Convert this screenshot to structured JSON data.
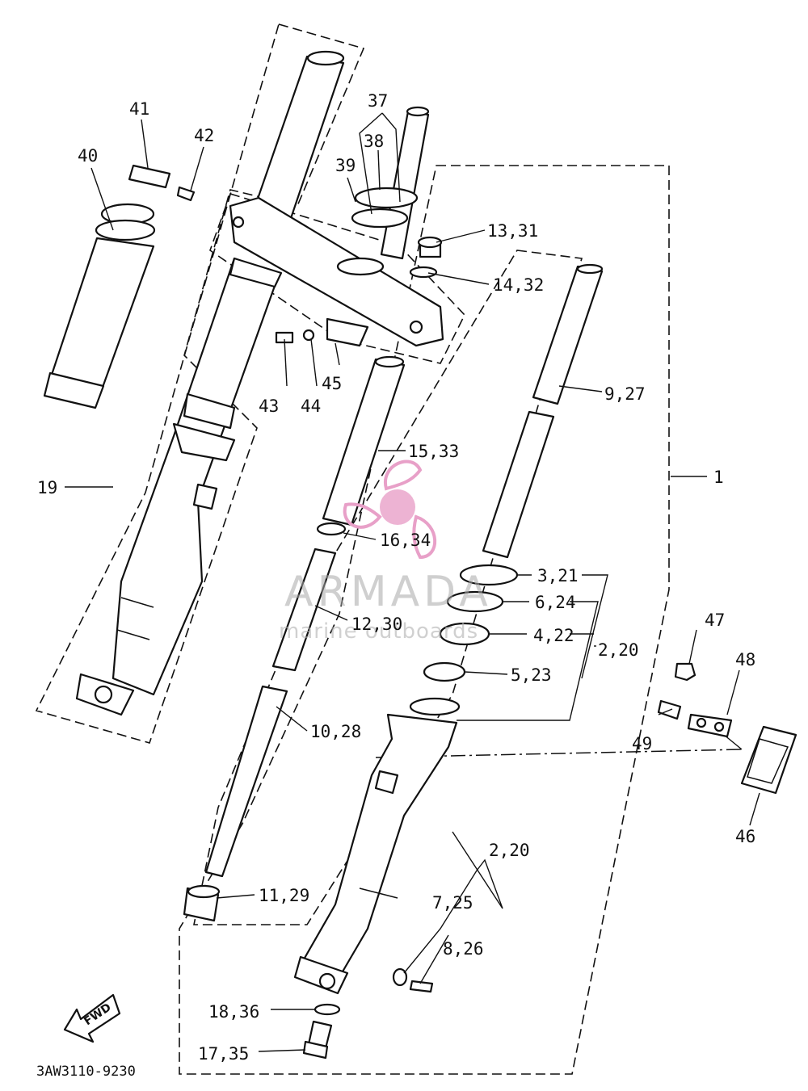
{
  "diagram": {
    "drawing_code": "3AW3110-9230",
    "fwd_label": "FWD",
    "watermark": {
      "brand": "ARMADA",
      "tagline": "marine outboards",
      "color": "#e8a0c8"
    },
    "callouts": [
      {
        "id": "c1",
        "text": "1"
      },
      {
        "id": "c2-20a",
        "text": "2,20"
      },
      {
        "id": "c2-20b",
        "text": "2,20"
      },
      {
        "id": "c3-21",
        "text": "3,21"
      },
      {
        "id": "c4-22",
        "text": "4,22"
      },
      {
        "id": "c5-23",
        "text": "5,23"
      },
      {
        "id": "c6-24",
        "text": "6,24"
      },
      {
        "id": "c7-25",
        "text": "7,25"
      },
      {
        "id": "c8-26",
        "text": "8,26"
      },
      {
        "id": "c9-27",
        "text": "9,27"
      },
      {
        "id": "c10-28",
        "text": "10,28"
      },
      {
        "id": "c11-29",
        "text": "11,29"
      },
      {
        "id": "c12-30",
        "text": "12,30"
      },
      {
        "id": "c13-31",
        "text": "13,31"
      },
      {
        "id": "c14-32",
        "text": "14,32"
      },
      {
        "id": "c15-33",
        "text": "15,33"
      },
      {
        "id": "c16-34",
        "text": "16,34"
      },
      {
        "id": "c17-35",
        "text": "17,35"
      },
      {
        "id": "c18-36",
        "text": "18,36"
      },
      {
        "id": "c19",
        "text": "19"
      },
      {
        "id": "c37",
        "text": "37"
      },
      {
        "id": "c38",
        "text": "38"
      },
      {
        "id": "c39",
        "text": "39"
      },
      {
        "id": "c40",
        "text": "40"
      },
      {
        "id": "c41",
        "text": "41"
      },
      {
        "id": "c42",
        "text": "42"
      },
      {
        "id": "c43",
        "text": "43"
      },
      {
        "id": "c44",
        "text": "44"
      },
      {
        "id": "c45",
        "text": "45"
      },
      {
        "id": "c46",
        "text": "46"
      },
      {
        "id": "c47",
        "text": "47"
      },
      {
        "id": "c48",
        "text": "48"
      },
      {
        "id": "c49",
        "text": "49"
      }
    ]
  }
}
